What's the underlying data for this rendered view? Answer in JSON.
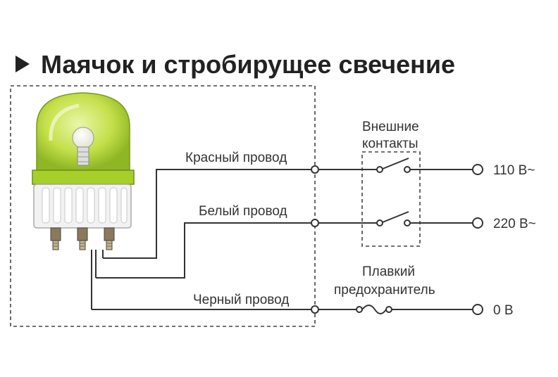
{
  "title": "Маячок и стробирущее свечение",
  "icons": {
    "title_marker": "play-triangle-icon",
    "device": "beacon-lamp-icon"
  },
  "colors": {
    "lamp_dome": "#c4e04a",
    "lamp_band": "#a6cf2a",
    "wire": "#333333"
  },
  "labels": {
    "red_wire": "Красный провод",
    "white_wire": "Белый провод",
    "black_wire": "Черный провод",
    "external_contacts_line1": "Внешние",
    "external_contacts_line2": "контакты",
    "fuse_line1": "Плавкий",
    "fuse_line2": "предохранитель",
    "v110": "110 В~",
    "v220": "220 В~",
    "v0": "0 В"
  }
}
